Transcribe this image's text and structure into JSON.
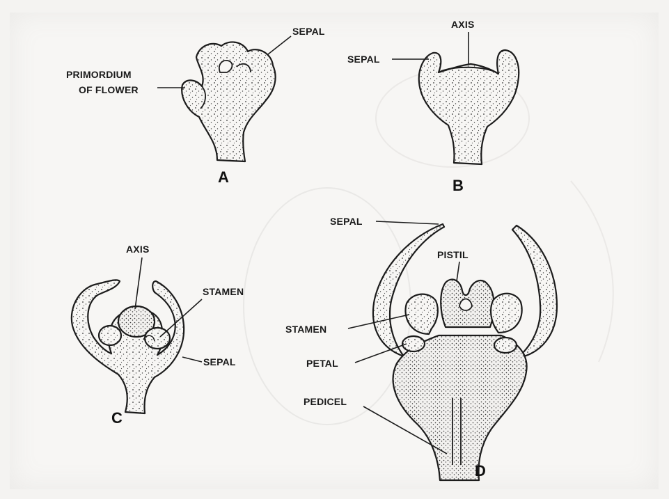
{
  "figure": {
    "panels": [
      {
        "letter": "A",
        "labels": {
          "sepal": "SEPAL",
          "primordium_line1": "PRIMORDIUM",
          "primordium_line2": "OF FLOWER"
        }
      },
      {
        "letter": "B",
        "labels": {
          "axis": "AXIS",
          "sepal": "SEPAL"
        }
      },
      {
        "letter": "C",
        "labels": {
          "axis": "AXIS",
          "stamen": "STAMEN",
          "sepal": "SEPAL"
        }
      },
      {
        "letter": "D",
        "labels": {
          "sepal": "SEPAL",
          "pistil": "PISTIL",
          "stamen": "STAMEN",
          "petal": "PETAL",
          "pedicel": "PEDICEL"
        }
      }
    ]
  },
  "colors": {
    "ink": "#1c1c1c",
    "paper": "#f7f6f4",
    "bleed_through": "#d8d6d3"
  }
}
